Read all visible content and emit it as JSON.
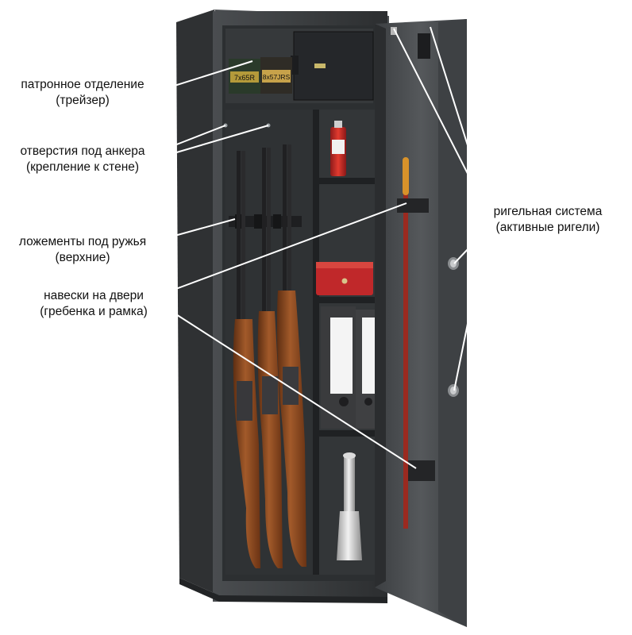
{
  "labels": {
    "cartridge": {
      "line1": "патронное отделение",
      "line2": "(трейзер)"
    },
    "anchor": {
      "line1": "отверстия под анкера",
      "line2": "(крепление к стене)"
    },
    "cradles": {
      "line1": "ложементы под ружья",
      "line2": "(верхние)"
    },
    "door_mounts": {
      "line1": "навески на двери",
      "line2": "(гребенка и рамка)"
    },
    "bolts": {
      "line1": "ригельная система",
      "line2": "(активные ригели)"
    }
  },
  "box_labels": {
    "left": "7x65R",
    "right": "8x57JRS"
  },
  "colors": {
    "safe_body": "#3f4244",
    "safe_dark": "#2a2c2e",
    "interior": "#35383a",
    "door": "#4a4d50",
    "wood": "#8a4a22",
    "barrel": "#2b2b2d",
    "cash_box": "#c0282a",
    "rod": "#9b2a20",
    "binder": "#3a3b3d",
    "leader_line": "#ffffff"
  }
}
